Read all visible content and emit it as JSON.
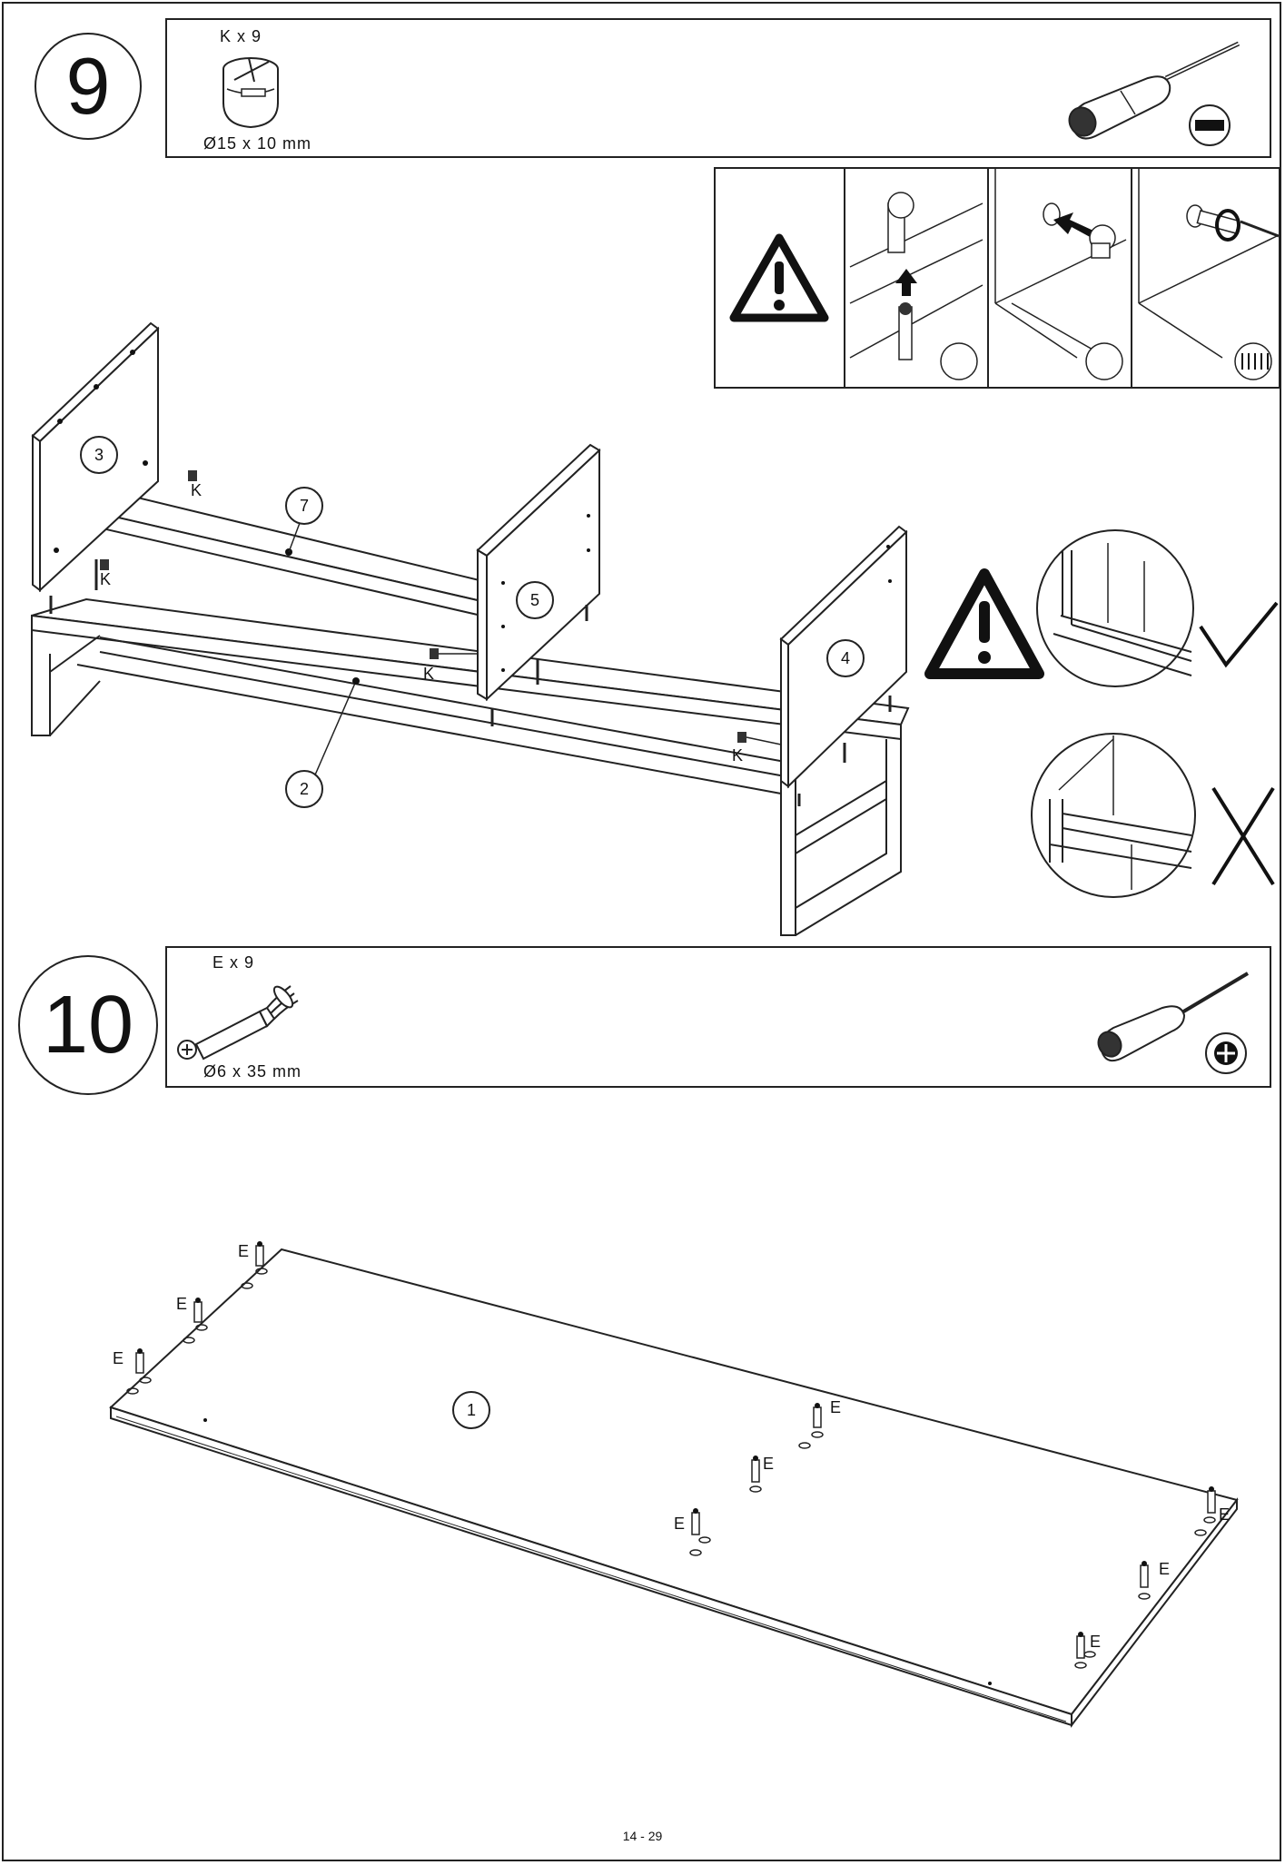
{
  "step9": {
    "number": "9",
    "hardware_qty": "K x 9",
    "hardware_dim": "Ø15 x 10 mm",
    "tool_icon": "flat-screwdriver-icon",
    "panel_labels": {
      "p3": "3",
      "p7": "7",
      "p5": "5",
      "p4": "4",
      "p2": "2"
    },
    "k_label": "K",
    "tips_icons": [
      "warning-icon",
      "insert-bolt-icon",
      "insert-cam-icon",
      "turn-cam-icon"
    ],
    "correct_icon": "check-icon",
    "wrong_icon": "cross-icon"
  },
  "step10": {
    "number": "10",
    "hardware_qty": "E x 9",
    "hardware_dim": "Ø6 x 35 mm",
    "tool_icon": "phillips-screwdriver-icon",
    "panel_label": "1",
    "e_label": "E"
  },
  "footer": {
    "page": "14 - 29"
  }
}
